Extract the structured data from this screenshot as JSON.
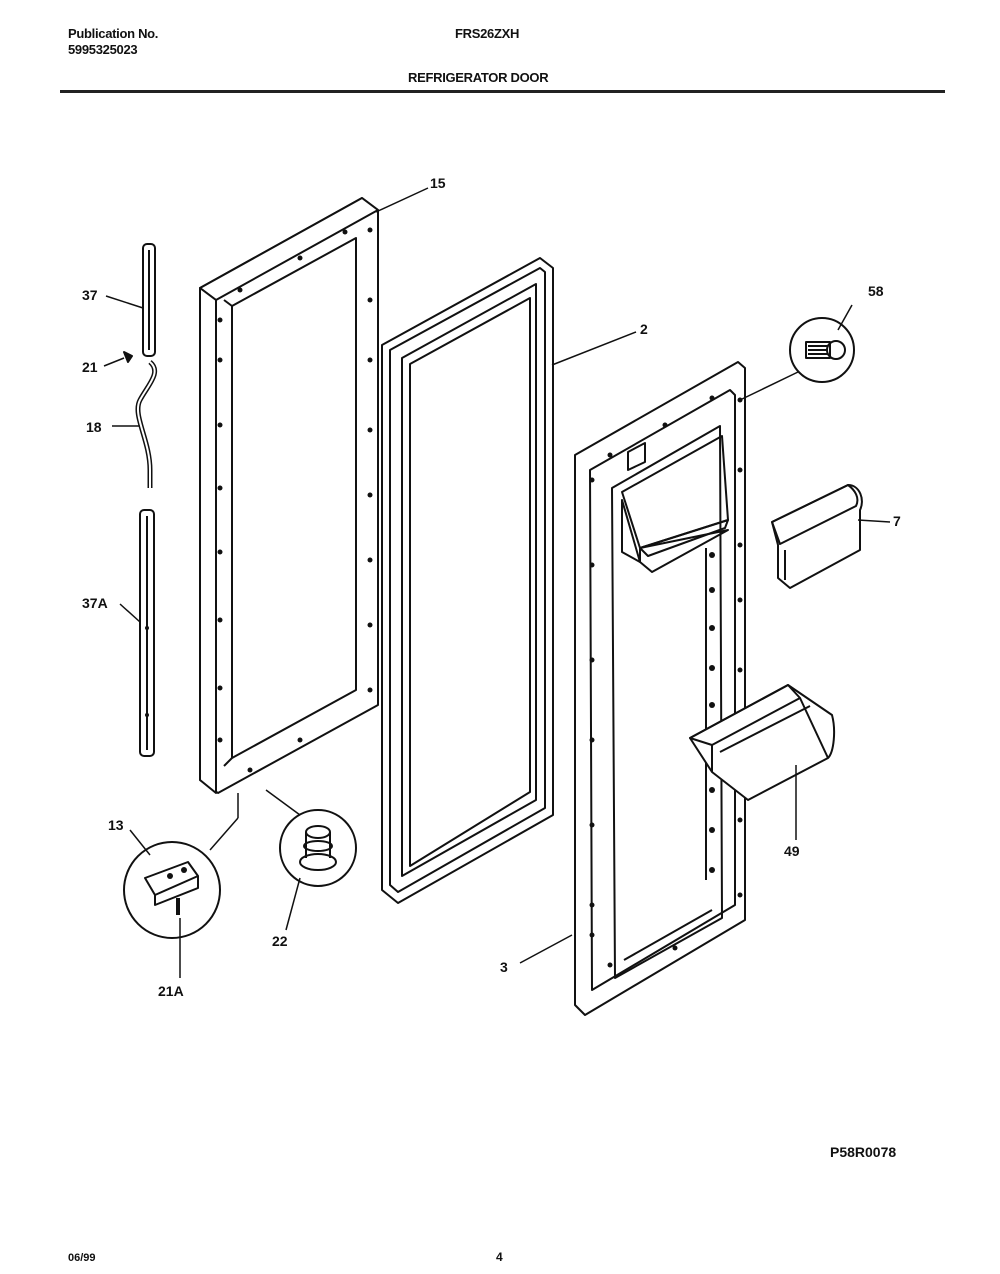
{
  "header": {
    "publication_label": "Publication No.",
    "publication_number": "5995325023",
    "model": "FRS26ZXH",
    "section_title": "REFRIGERATOR DOOR"
  },
  "callouts": {
    "c15": "15",
    "c37": "37",
    "c21": "21",
    "c18": "18",
    "c37a": "37A",
    "c2": "2",
    "c58": "58",
    "c7": "7",
    "c49": "49",
    "c13": "13",
    "c22": "22",
    "c21a": "21A",
    "c3": "3"
  },
  "footer": {
    "diagram_code": "P58R0078",
    "date": "06/99",
    "page": "4"
  }
}
